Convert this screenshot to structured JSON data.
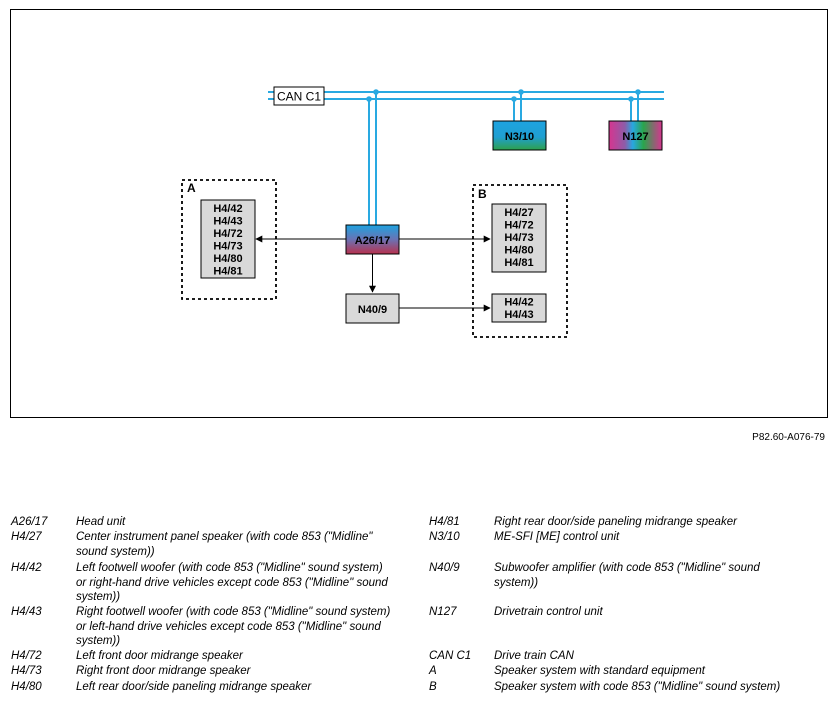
{
  "diagram": {
    "bus_label": "CAN C1",
    "nodes": {
      "n3_10": "N3/10",
      "n127": "N127",
      "a26_17": "A26/17",
      "n40_9": "N40/9"
    },
    "group_a": {
      "label": "A",
      "speakers": [
        "H4/42",
        "H4/43",
        "H4/72",
        "H4/73",
        "H4/80",
        "H4/81"
      ]
    },
    "group_b": {
      "label": "B",
      "speakers_main": [
        "H4/27",
        "H4/72",
        "H4/73",
        "H4/80",
        "H4/81"
      ],
      "speakers_sub": [
        "H4/42",
        "H4/43"
      ]
    },
    "colors": {
      "can_line": "#29a9e1",
      "node_border": "#000000",
      "box_fill": "#d9d9d9"
    }
  },
  "reference": "P82.60-A076-79",
  "legend": {
    "left": [
      {
        "code": "A26/17",
        "desc": "Head unit"
      },
      {
        "code": "H4/27",
        "desc": "Center instrument panel speaker (with code 853 (\"Midline\" sound system))"
      },
      {
        "code": "H4/42",
        "desc": "Left footwell woofer (with code 853 (\"Midline\" sound system) or right-hand drive vehicles except code 853 (\"Midline\" sound system))"
      },
      {
        "code": "H4/43",
        "desc": "Right footwell woofer (with code 853 (\"Midline\" sound system) or left-hand drive vehicles except code 853 (\"Midline\" sound system))"
      },
      {
        "code": "H4/72",
        "desc": "Left front door midrange speaker"
      },
      {
        "code": "H4/73",
        "desc": "Right front door midrange speaker"
      },
      {
        "code": "H4/80",
        "desc": "Left rear door/side paneling midrange speaker"
      }
    ],
    "right": [
      {
        "code": "H4/81",
        "desc": "Right rear door/side paneling midrange speaker"
      },
      {
        "code": "N3/10",
        "desc": "ME-SFI [ME] control unit"
      },
      {
        "code": "N40/9",
        "desc": "Subwoofer amplifier (with code 853 (\"Midline\" sound system))"
      },
      {
        "code": "N127",
        "desc": "Drivetrain control unit"
      },
      {
        "code": "CAN C1",
        "desc": "Drive train CAN"
      },
      {
        "code": "A",
        "desc": "Speaker system with standard equipment"
      },
      {
        "code": "B",
        "desc": "Speaker system with code 853 (\"Midline\" sound system)"
      }
    ]
  }
}
